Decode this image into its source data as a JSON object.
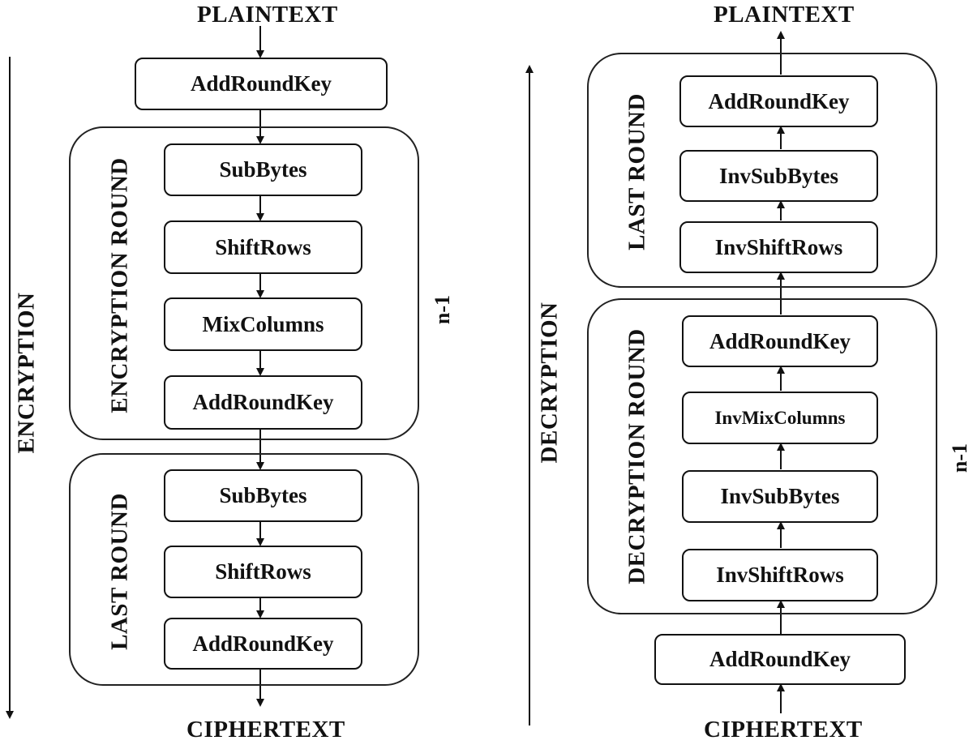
{
  "encryption": {
    "side_label": "ENCRYPTION",
    "input": "PLAINTEXT",
    "output": "CIPHERTEXT",
    "initial_step": "AddRoundKey",
    "round": {
      "label": "ENCRYPTION ROUND",
      "repeat": "n-1",
      "steps": [
        "SubBytes",
        "ShiftRows",
        "MixColumns",
        "AddRoundKey"
      ]
    },
    "last_round": {
      "label": "LAST ROUND",
      "steps": [
        "SubBytes",
        "ShiftRows",
        "AddRoundKey"
      ]
    }
  },
  "decryption": {
    "side_label": "DECRYPTION",
    "input": "CIPHERTEXT",
    "output": "PLAINTEXT",
    "initial_step": "AddRoundKey",
    "round": {
      "label": "DECRYPTION  ROUND",
      "repeat": "n-1",
      "steps": [
        "InvShiftRows",
        "InvSubBytes",
        "InvMixColumns",
        "AddRoundKey"
      ]
    },
    "last_round": {
      "label": "LAST ROUND",
      "steps": [
        "InvShiftRows",
        "InvSubBytes",
        "AddRoundKey"
      ]
    }
  }
}
